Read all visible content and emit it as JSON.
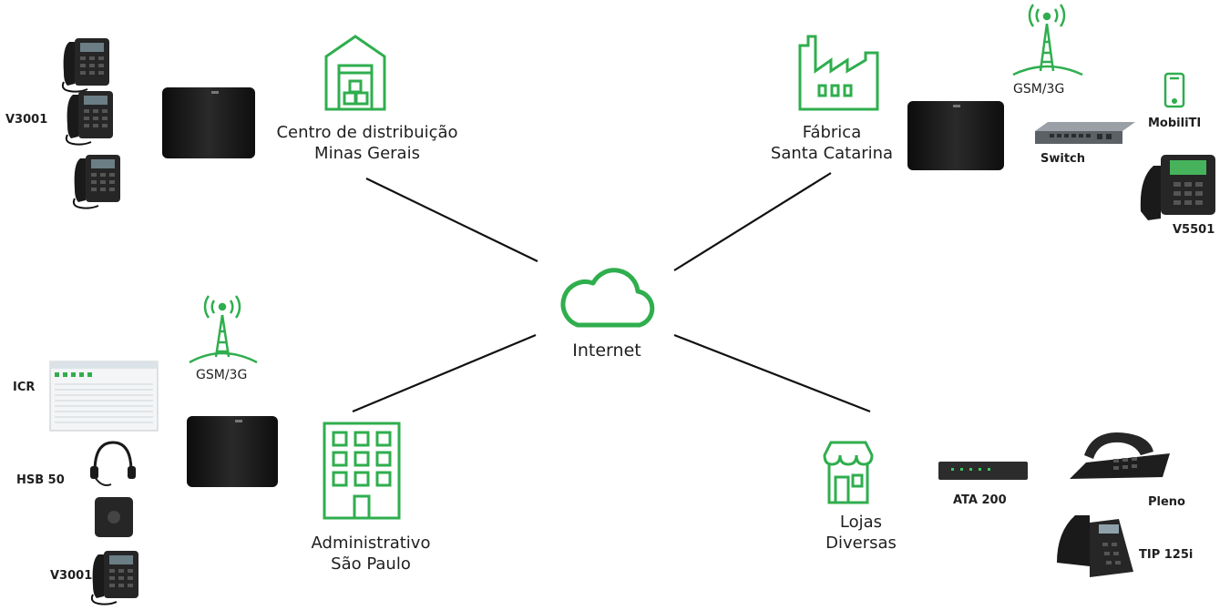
{
  "center": {
    "label": "Internet",
    "icon": "cloud-icon"
  },
  "accent_color": "#2fae4e",
  "sites": {
    "minas": {
      "line1": "Centro de distribuição",
      "line2": "Minas Gerais",
      "icon": "warehouse-icon",
      "devices": {
        "phones": "V3001"
      }
    },
    "santa_catarina": {
      "line1": "Fábrica",
      "line2": "Santa Catarina",
      "icon": "factory-icon",
      "devices": {
        "gsm": "GSM/3G",
        "mobile": "MobiliTI",
        "switch": "Switch",
        "phone": "V5501"
      }
    },
    "sao_paulo": {
      "line1": "Administrativo",
      "line2": "São Paulo",
      "icon": "office-building-icon",
      "devices": {
        "gsm": "GSM/3G",
        "software": "ICR",
        "headset": "HSB 50",
        "phone": "V3001"
      }
    },
    "lojas": {
      "line1": "Lojas",
      "line2": "Diversas",
      "icon": "store-icon",
      "devices": {
        "ata": "ATA 200",
        "phone1": "Pleno",
        "phone2": "TIP 125i"
      }
    }
  }
}
